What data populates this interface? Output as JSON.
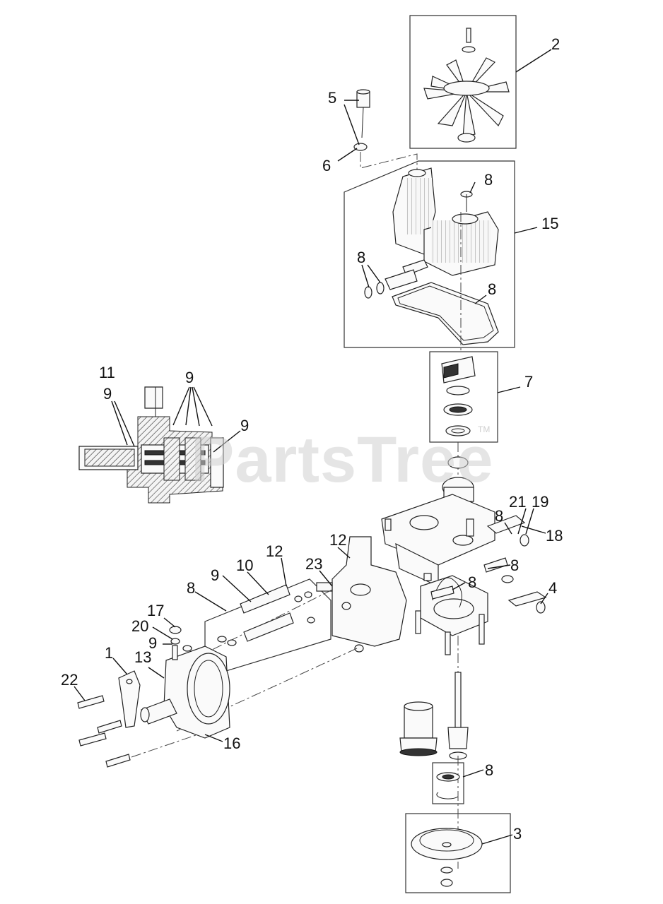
{
  "watermark": {
    "text": "PartsTree",
    "tm": "TM"
  },
  "callouts": [
    {
      "id": "c2",
      "text": "2"
    },
    {
      "id": "c5",
      "text": "5"
    },
    {
      "id": "c6",
      "text": "6"
    },
    {
      "id": "c8a",
      "text": "8"
    },
    {
      "id": "c15",
      "text": "15"
    },
    {
      "id": "c8b",
      "text": "8"
    },
    {
      "id": "c8c",
      "text": "8"
    },
    {
      "id": "c7",
      "text": "7"
    },
    {
      "id": "c11",
      "text": "11"
    },
    {
      "id": "c9a",
      "text": "9"
    },
    {
      "id": "c9b",
      "text": "9"
    },
    {
      "id": "c9c",
      "text": "9"
    },
    {
      "id": "c8d",
      "text": "8"
    },
    {
      "id": "c21",
      "text": "21"
    },
    {
      "id": "c19",
      "text": "19"
    },
    {
      "id": "c18",
      "text": "18"
    },
    {
      "id": "c12a",
      "text": "12"
    },
    {
      "id": "c23",
      "text": "23"
    },
    {
      "id": "c8e",
      "text": "8"
    },
    {
      "id": "c8f",
      "text": "8"
    },
    {
      "id": "c12b",
      "text": "12"
    },
    {
      "id": "c10",
      "text": "10"
    },
    {
      "id": "c9d",
      "text": "9"
    },
    {
      "id": "c8g",
      "text": "8"
    },
    {
      "id": "c4",
      "text": "4"
    },
    {
      "id": "c17",
      "text": "17"
    },
    {
      "id": "c20",
      "text": "20"
    },
    {
      "id": "c9e",
      "text": "9"
    },
    {
      "id": "c1",
      "text": "1"
    },
    {
      "id": "c13",
      "text": "13"
    },
    {
      "id": "c22",
      "text": "22"
    },
    {
      "id": "c16",
      "text": "16"
    },
    {
      "id": "c8h",
      "text": "8"
    },
    {
      "id": "c3",
      "text": "3"
    }
  ]
}
